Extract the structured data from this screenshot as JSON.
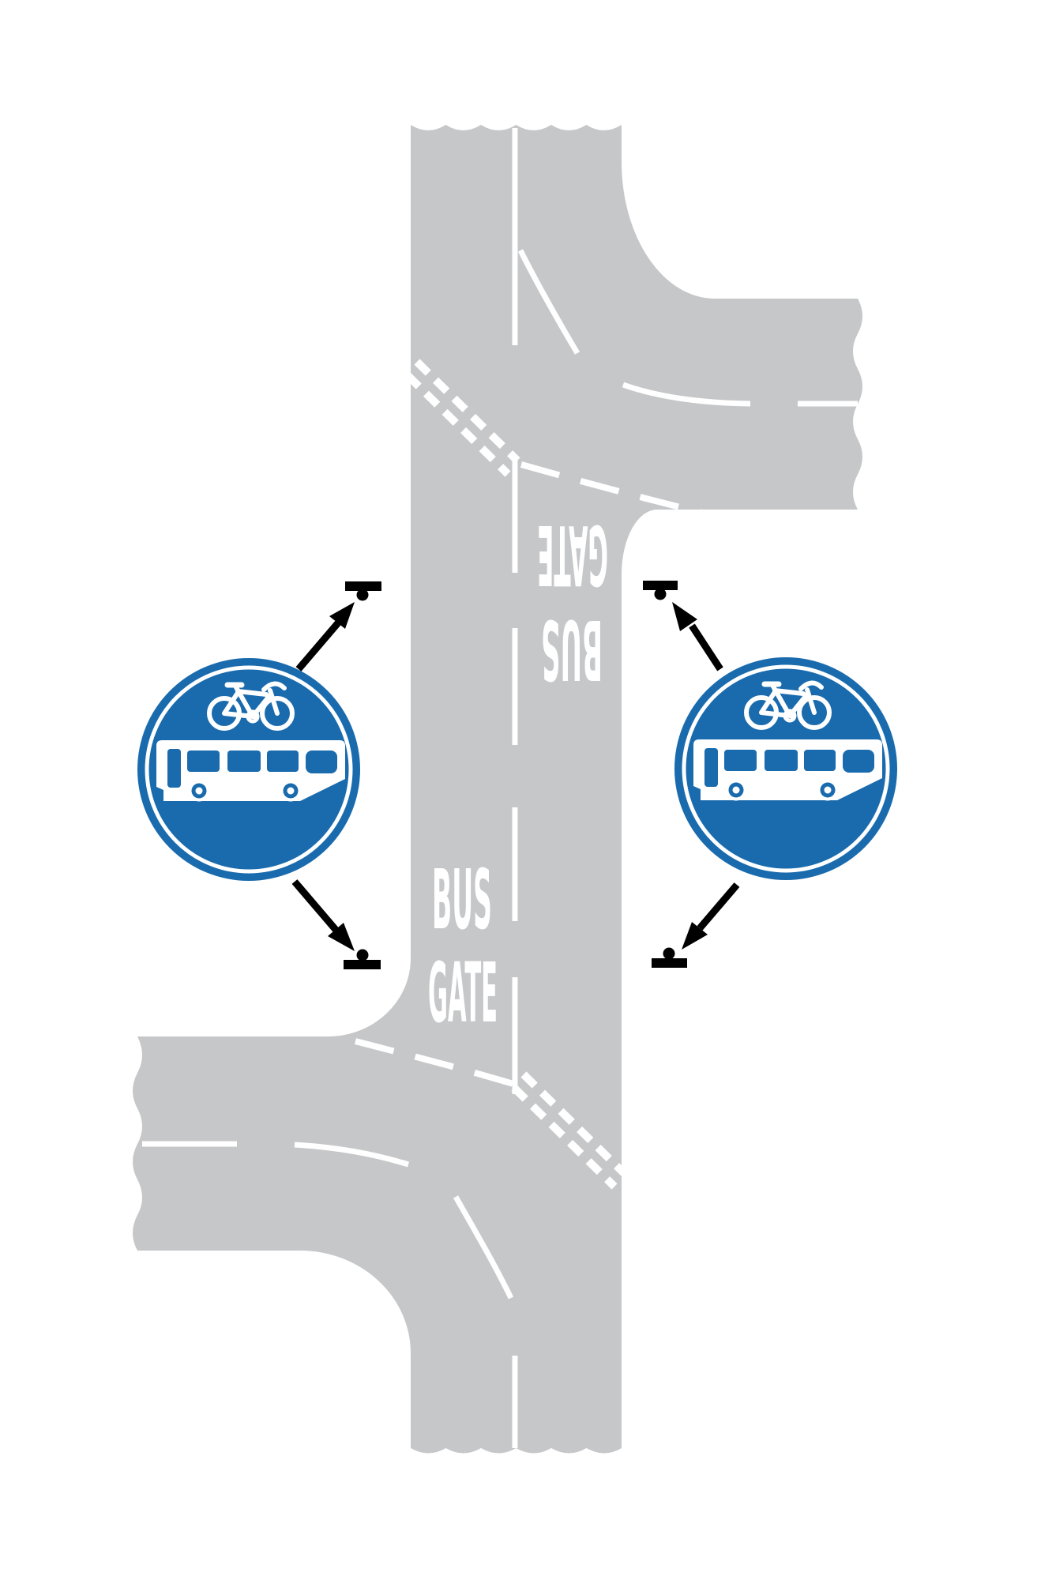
{
  "page": {
    "background": "#ffffff"
  },
  "diagram": {
    "subject": "bus-gate-road-layout",
    "colors": {
      "road_surface": "#c6c7c9",
      "road_marking_white": "#ffffff",
      "sign_blue": "#1a6bad",
      "annotation_black": "#000000"
    },
    "road_text": {
      "south_facing": {
        "top_word": "GATE",
        "bottom_word": "BUS"
      },
      "north_facing": {
        "top_word": "BUS",
        "bottom_word": "GATE"
      }
    },
    "signs": {
      "left": {
        "meaning": "route-for-buses-and-cycles-only",
        "symbols": [
          "bicycle",
          "bus"
        ]
      },
      "right": {
        "meaning": "route-for-buses-and-cycles-only",
        "symbols": [
          "bicycle",
          "bus"
        ]
      }
    },
    "annotations": {
      "sign_post_symbols": 4,
      "pointer_arrows": 4
    }
  }
}
